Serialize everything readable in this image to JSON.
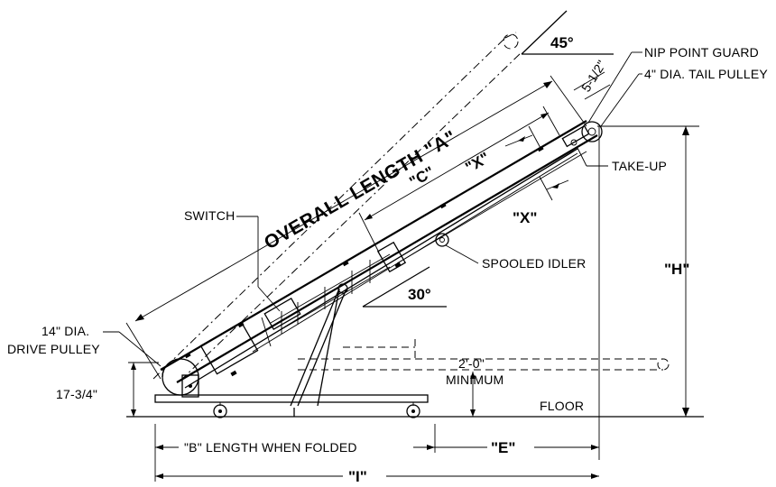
{
  "labels": {
    "angle_max": "45°",
    "angle_min": "30°",
    "five_half": "5-1/2\"",
    "nip_point_guard": "NIP POINT GUARD",
    "tail_pulley": "4\" DIA. TAIL PULLEY",
    "take_up": "TAKE-UP",
    "x_upper": "\"X\"",
    "x_lower": "\"X\"",
    "c_length": "\"C\"",
    "overall_length": "OVERALL LENGTH \"A\"",
    "switch": "SWITCH",
    "spooled_idler": "SPOOLED IDLER",
    "height_h": "\"H\"",
    "drive_pulley_line1": "14\" DIA.",
    "drive_pulley_line2": "DRIVE PULLEY",
    "frame_height": "17-3/4\"",
    "clearance_line1": "2'-0\"",
    "clearance_line2": "MINIMUM",
    "floor": "FLOOR",
    "b_length": "\"B\" LENGTH WHEN FOLDED",
    "e_dim": "\"E\"",
    "i_dim": "\"I\""
  }
}
